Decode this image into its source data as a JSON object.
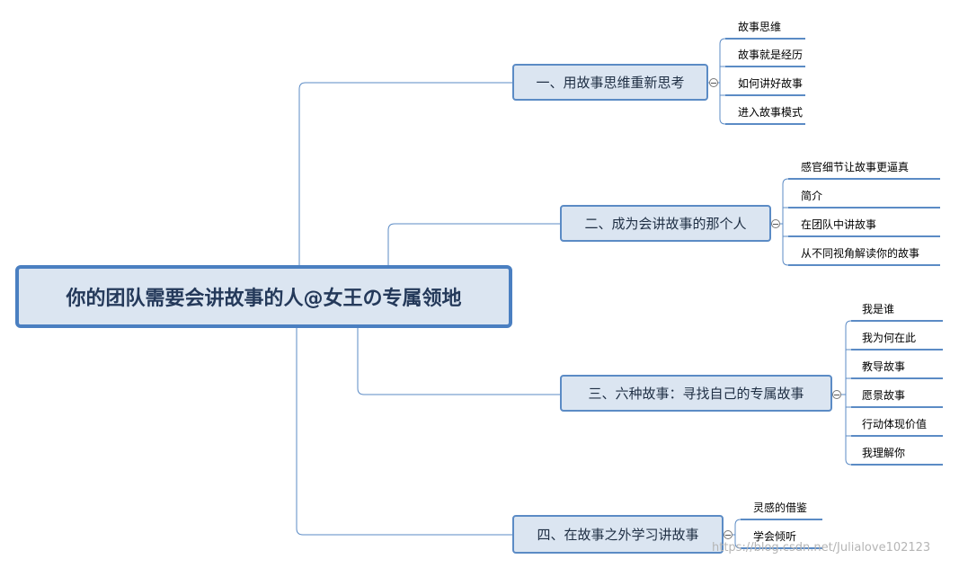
{
  "central": {
    "label": "你的团队需要会讲故事的人@女王の专属领地"
  },
  "branches": [
    {
      "label": "一、用故事思维重新思考",
      "children": [
        "故事思维",
        "故事就是经历",
        "如何讲好故事",
        "进入故事模式"
      ]
    },
    {
      "label": "二、成为会讲故事的那个人",
      "children": [
        "感官细节让故事更逼真",
        "简介",
        "在团队中讲故事",
        "从不同视角解读你的故事"
      ]
    },
    {
      "label": "三、六种故事：寻找自己的专属故事",
      "children": [
        "我是谁",
        "我为何在此",
        "教导故事",
        "愿景故事",
        "行动体现价值",
        "我理解你"
      ]
    },
    {
      "label": "四、在故事之外学习讲故事",
      "children": [
        "灵感的借鉴",
        "学会倾听"
      ]
    }
  ],
  "watermark": "https://blog.csdn.net/Julialove102123",
  "colors": {
    "line": "#5b8bc5",
    "node_fill": "#dbe5f1",
    "leaf_underline": "#5b8bc5"
  }
}
